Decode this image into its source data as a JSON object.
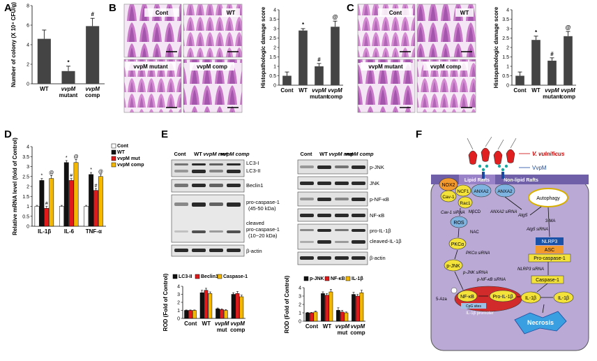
{
  "panels": {
    "A": {
      "label": "A"
    },
    "B": {
      "label": "B"
    },
    "C": {
      "label": "C"
    },
    "D": {
      "label": "D"
    },
    "E": {
      "label": "E"
    },
    "F": {
      "label": "F"
    }
  },
  "images_B": [
    "Cont",
    "WT",
    "vvpM mutant",
    "vvpM comp"
  ],
  "images_C": [
    "Cont",
    "WT",
    "vvpM mutant",
    "vvpM comp"
  ],
  "blot_left": {
    "header": [
      "Cont",
      "WT",
      "vvpM mut",
      "vvpM comp"
    ],
    "rows": [
      "LC3-I",
      "LC3-II",
      "Beclin1",
      "pro-caspase-1",
      "(45-50 kDa)",
      "cleaved",
      "pro-caspase-1",
      "(10~20 kDa)",
      "β-actin"
    ]
  },
  "blot_right": {
    "header": [
      "Cont",
      "WT",
      "vvpM mut",
      "vvpM comp"
    ],
    "rows": [
      "p-JNK",
      "JNK",
      "p-NF-κB",
      "NF-κB",
      "pro-IL-1β",
      "cleaved-IL-1β",
      "β-actin"
    ]
  },
  "chart_data": [
    {
      "panel": "A",
      "type": "bar",
      "categories": [
        "WT",
        "vvpM mutant",
        "vvpM comp"
      ],
      "values": [
        4.6,
        1.3,
        5.9
      ],
      "errors": [
        0.9,
        0.5,
        0.8
      ],
      "marks": [
        "",
        "*",
        "#"
      ],
      "ylabel": "Number of colony (X 10⁴ CFU/g)",
      "ylim": [
        0,
        8
      ],
      "yticks": [
        0,
        2,
        4,
        6,
        8
      ],
      "colors": [
        "#444444",
        "#444444",
        "#444444"
      ]
    },
    {
      "panel": "B",
      "type": "bar",
      "categories": [
        "Cont",
        "WT",
        "vvpM mutant",
        "vvpM comp"
      ],
      "values": [
        0.5,
        2.9,
        1.0,
        3.1
      ],
      "errors": [
        0.2,
        0.1,
        0.15,
        0.3
      ],
      "marks": [
        "",
        "*",
        "#",
        "@"
      ],
      "ylabel": "Histopathologic damage score",
      "ylim": [
        0,
        4
      ],
      "yticks": [
        0,
        0.5,
        1,
        1.5,
        2,
        2.5,
        3,
        3.5,
        4
      ],
      "colors": [
        "#444444",
        "#444444",
        "#444444",
        "#444444"
      ]
    },
    {
      "panel": "C",
      "type": "bar",
      "categories": [
        "Cont",
        "WT",
        "vvpM mutant",
        "vvpM comp"
      ],
      "values": [
        0.5,
        2.4,
        1.3,
        2.6
      ],
      "errors": [
        0.2,
        0.2,
        0.15,
        0.25
      ],
      "marks": [
        "",
        "*",
        "#",
        "@"
      ],
      "ylabel": "Histopathologic damage score",
      "ylim": [
        0,
        4
      ],
      "yticks": [
        0,
        0.5,
        1,
        1.5,
        2,
        2.5,
        3,
        3.5,
        4
      ],
      "colors": [
        "#444444",
        "#444444",
        "#444444",
        "#444444"
      ]
    },
    {
      "panel": "D",
      "type": "bar",
      "categories": [
        "IL-1β",
        "IL-6",
        "TNF-α"
      ],
      "series": [
        {
          "name": "Cont",
          "values": [
            1.0,
            1.0,
            1.0
          ],
          "errors": [
            0.05,
            0.05,
            0.05
          ],
          "color": "#ffffff"
        },
        {
          "name": "WT",
          "values": [
            2.3,
            3.2,
            2.6
          ],
          "errors": [
            0.1,
            0.1,
            0.1
          ],
          "color": "#111111"
        },
        {
          "name": "vvpM mut",
          "values": [
            0.9,
            2.3,
            1.8
          ],
          "errors": [
            0.1,
            0.1,
            0.1
          ],
          "color": "#e01a1a"
        },
        {
          "name": "vvpM comp",
          "values": [
            2.4,
            3.2,
            2.5
          ],
          "errors": [
            0.15,
            0.15,
            0.1
          ],
          "color": "#f5b800"
        }
      ],
      "marks": [
        [
          "",
          "*",
          "#",
          "@"
        ],
        [
          "",
          "*",
          "#",
          "@"
        ],
        [
          "",
          "*",
          "#",
          "@"
        ]
      ],
      "ylabel": "Relative mRNA level (fold of Control)",
      "ylim": [
        0,
        4
      ],
      "yticks": [
        0,
        0.5,
        1,
        1.5,
        2,
        2.5,
        3,
        3.5,
        4
      ],
      "legend": "top-right"
    },
    {
      "panel": "E-left",
      "type": "bar",
      "categories": [
        "Cont",
        "WT",
        "vvpM mut",
        "vvpM comp"
      ],
      "series": [
        {
          "name": "LC3-II",
          "values": [
            1.0,
            3.2,
            1.2,
            3.0
          ],
          "errors": [
            0.05,
            0.3,
            0.1,
            0.2
          ],
          "color": "#111111"
        },
        {
          "name": "Beclin1",
          "values": [
            1.0,
            3.5,
            1.1,
            3.1
          ],
          "errors": [
            0.05,
            0.25,
            0.1,
            0.25
          ],
          "color": "#e01a1a"
        },
        {
          "name": "Caspase-1",
          "values": [
            1.0,
            3.1,
            1.0,
            2.7
          ],
          "errors": [
            0.05,
            0.2,
            0.1,
            0.2
          ],
          "color": "#f5b800"
        }
      ],
      "ylabel": "ROD (Fold of Control)",
      "ylim": [
        0,
        4
      ],
      "yticks": [
        0,
        1,
        2,
        3,
        4
      ],
      "legend": "top"
    },
    {
      "panel": "E-right",
      "type": "bar",
      "categories": [
        "Cont",
        "WT",
        "vvpM mut",
        "vvpM comp"
      ],
      "series": [
        {
          "name": "p-JNK",
          "values": [
            1.0,
            3.3,
            1.3,
            3.2
          ],
          "errors": [
            0.05,
            0.2,
            0.3,
            0.25
          ],
          "color": "#111111"
        },
        {
          "name": "NF-κB",
          "values": [
            1.0,
            3.1,
            1.1,
            3.0
          ],
          "errors": [
            0.05,
            0.2,
            0.2,
            0.2
          ],
          "color": "#e01a1a"
        },
        {
          "name": "IL-1β",
          "values": [
            1.1,
            3.5,
            1.0,
            3.4
          ],
          "errors": [
            0.1,
            0.3,
            0.1,
            0.3
          ],
          "color": "#f5b800"
        }
      ],
      "ylabel": "ROD (Fold of Control)",
      "ylim": [
        0,
        4
      ],
      "yticks": [
        0,
        1,
        2,
        3,
        4
      ],
      "legend": "top"
    }
  ],
  "diagram": {
    "pathogen": "V. vulnificus",
    "toxin": "VvpM",
    "lipid_rafts": "Lipid Rafts",
    "non_lipid_rafts": "Non-lipid Rafts",
    "nodes": {
      "nox2": "NOX2",
      "cav1": "Cav-1",
      "ncf1": "NCF1",
      "rac1": "Rac1",
      "anxa2a": "ANXA2",
      "anxa2b": "ANXA2",
      "ros": "ROS",
      "pkca": "PKCα",
      "pjnk": "p-JNK",
      "nfkb": "NF-κB",
      "proil": "Pro-IL-1β",
      "autophagy": "Autophagy",
      "nlrp3": "NLRP3",
      "asc": "ASC",
      "procasp": "Pro-caspase-1",
      "casp1": "Caspase-1",
      "il1b_a": "IL-1β",
      "il1b_b": "IL-1β",
      "necrosis": "Necrosis",
      "atg5": "Atg5"
    },
    "labels": {
      "cav1_si": "Cav-1 siRNA",
      "mbcd": "MβCD",
      "anxa2_si": "ANXA2 siRNA",
      "nac": "NAC",
      "pkca_si": "PKCα siRNA",
      "pjnk_si": "p-JNK siRNA",
      "pnfkb_si": "p-NF-κB siRNA",
      "aza": "5-Aza",
      "cpg": "CpG sites",
      "promoter": "IL-1β promoter",
      "atg5_si": "Atg5 siRNA",
      "ma3": "3-MA",
      "nlrp3_si": "NLRP3 siRNA"
    }
  }
}
